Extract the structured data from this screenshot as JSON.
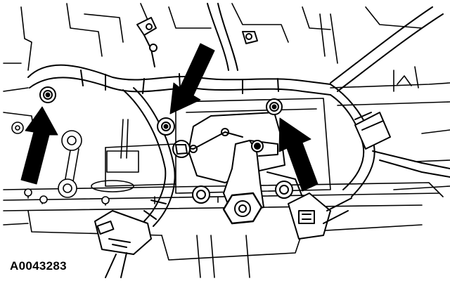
{
  "figure": {
    "id_label": "A0043283"
  },
  "colors": {
    "ink": "#000000",
    "paper": "#ffffff",
    "shade": "#d9d9d9"
  },
  "callouts": [
    {
      "name": "arrow-upper-left-bolt",
      "direction": "up"
    },
    {
      "name": "arrow-center-bolt",
      "direction": "down-left"
    },
    {
      "name": "arrow-right-bolt",
      "direction": "up-left"
    }
  ]
}
